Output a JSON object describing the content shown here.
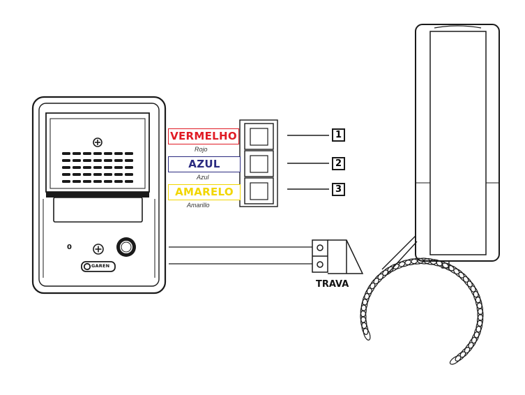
{
  "wires": [
    {
      "label": "VERMELHO",
      "sub": "Rojo",
      "color": "#e01b24",
      "terminal": "1"
    },
    {
      "label": "AZUL",
      "sub": "Azul",
      "color": "#2a2a80",
      "terminal": "2"
    },
    {
      "label": "AMARELO",
      "sub": "Amarillo",
      "color": "#f2d600",
      "terminal": "3"
    }
  ],
  "lock_label": "TRAVA",
  "panel": {
    "zero_label": "0",
    "brand": "GAREN"
  }
}
